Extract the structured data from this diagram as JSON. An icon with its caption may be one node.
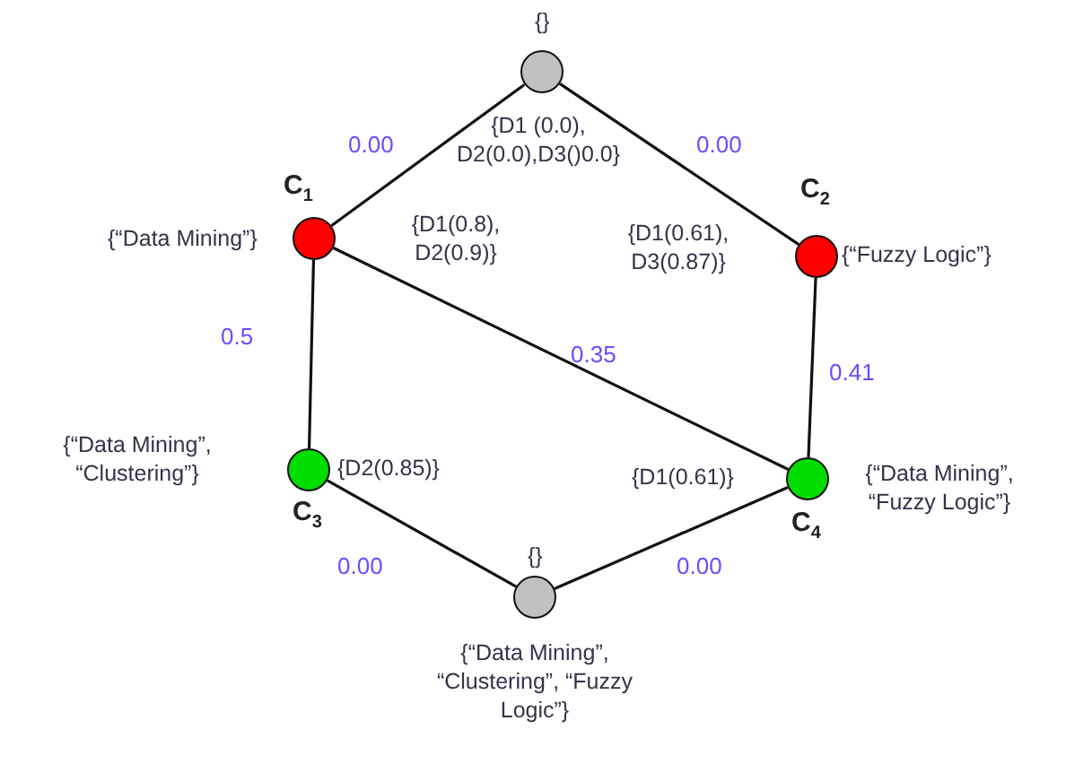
{
  "diagram": {
    "nodes": [
      {
        "text": [],
        "shape": "circle",
        "beside": [
          "{}",
          "{D1 (0.0), D2(0.0),D3()0.0}"
        ]
      },
      {
        "text": [],
        "shape": "circle",
        "beside": [
          "C$_{1}$",
          "{“Data Mining”}",
          "{D1(0.8), D2(0.9)}"
        ]
      },
      {
        "text": [],
        "shape": "circle",
        "beside": [
          "C$_{2}$",
          "{D1(0.61), D3(0.87)}",
          "{“Fuzzy Logic”}"
        ]
      },
      {
        "text": [],
        "shape": "circle",
        "beside": [
          "{“Data Mining”, “Clustering”}",
          "{D2(0.85)}",
          "C$_{3}$"
        ]
      },
      {
        "text": [],
        "shape": "circle",
        "beside": [
          "{D1(0.61)}",
          "{“Data Mining”, “Fuzzy Logic”}",
          "C$_{4}$"
        ]
      },
      {
        "text": [],
        "shape": "circle",
        "beside": [
          "{}",
          "{“Data Mining”, “Clustering”, “Fuzzy Logic”}"
        ]
      }
    ],
    "edges": [
      {
        "from": 0,
        "to": 1,
        "arrow": "none",
        "label": "0.00"
      },
      {
        "from": 0,
        "to": 2,
        "arrow": "none",
        "label": "0.00"
      },
      {
        "from": 1,
        "to": 3,
        "arrow": "none",
        "label": "0.5"
      },
      {
        "from": 1,
        "to": 4,
        "arrow": "none",
        "label": "0.35"
      },
      {
        "from": 2,
        "to": 4,
        "arrow": "none",
        "label": "0.41"
      },
      {
        "from": 3,
        "to": 5,
        "arrow": "none",
        "label": "0.00"
      },
      {
        "from": 5,
        "to": 4,
        "arrow": "none",
        "label": "0.00"
      }
    ]
  }
}
